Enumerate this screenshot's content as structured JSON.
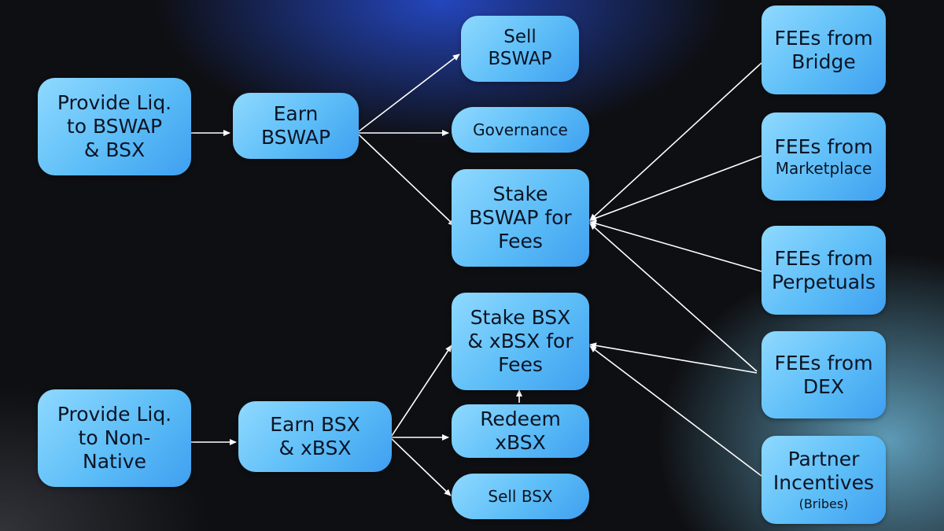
{
  "nodes": {
    "provide_liq_bswap": {
      "lines": [
        "Provide Liq.",
        "to BSWAP",
        "& BSX"
      ]
    },
    "earn_bswap": {
      "lines": [
        "Earn",
        "BSWAP"
      ]
    },
    "sell_bswap": {
      "lines": [
        "Sell",
        "BSWAP"
      ]
    },
    "governance": {
      "lines": [
        "Governance"
      ]
    },
    "stake_bswap": {
      "lines": [
        "Stake",
        "BSWAP for",
        "Fees"
      ]
    },
    "stake_bsx": {
      "lines": [
        "Stake BSX",
        "& xBSX for",
        "Fees"
      ]
    },
    "redeem_xbsx": {
      "lines": [
        "Redeem",
        "xBSX"
      ]
    },
    "sell_bsx": {
      "lines": [
        "Sell BSX"
      ]
    },
    "provide_liq_nonnative": {
      "lines": [
        "Provide Liq.",
        "to Non-",
        "Native"
      ]
    },
    "earn_bsx": {
      "lines": [
        "Earn BSX",
        "& xBSX"
      ]
    },
    "fees_bridge": {
      "lines": [
        "FEEs from",
        "Bridge"
      ]
    },
    "fees_marketplace": {
      "lines": [
        "FEEs from",
        "Marketplace"
      ]
    },
    "fees_perpetuals": {
      "lines": [
        "FEEs from",
        "Perpetuals"
      ]
    },
    "fees_dex": {
      "lines": [
        "FEEs from",
        "DEX"
      ]
    },
    "partner_incentives": {
      "lines": [
        "Partner",
        "Incentives"
      ],
      "note": "(Bribes)"
    }
  },
  "colors": {
    "box_light": "#8fd9ff",
    "box_dark": "#3f9ff0",
    "arrow": "#ffffff",
    "text": "#0c1424"
  }
}
